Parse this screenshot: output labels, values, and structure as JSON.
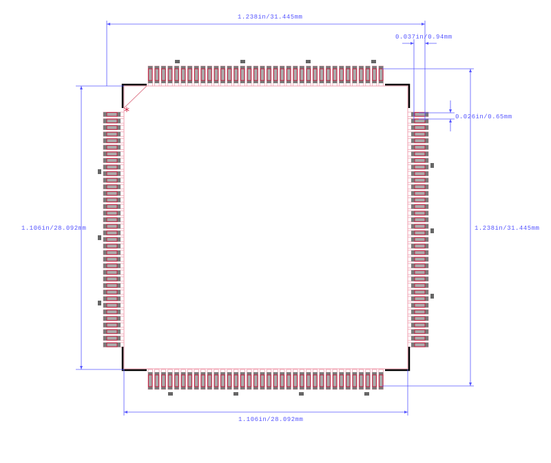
{
  "footprint": {
    "pins_per_side": 36,
    "pin1_marker": "*",
    "colors": {
      "pad": "#7a7a7a",
      "paste": "#c02040",
      "courtyard": "#f0a0b0",
      "silk": "#000000",
      "dimension": "#5555ff"
    }
  },
  "dimensions": {
    "overall_width": "1.238in/31.445mm",
    "overall_height": "1.238in/31.445mm",
    "body_width": "1.106in/28.092mm",
    "body_height": "1.106in/28.092mm",
    "pad_length": "0.037in/0.94mm",
    "pitch": "0.026in/0.65mm"
  }
}
